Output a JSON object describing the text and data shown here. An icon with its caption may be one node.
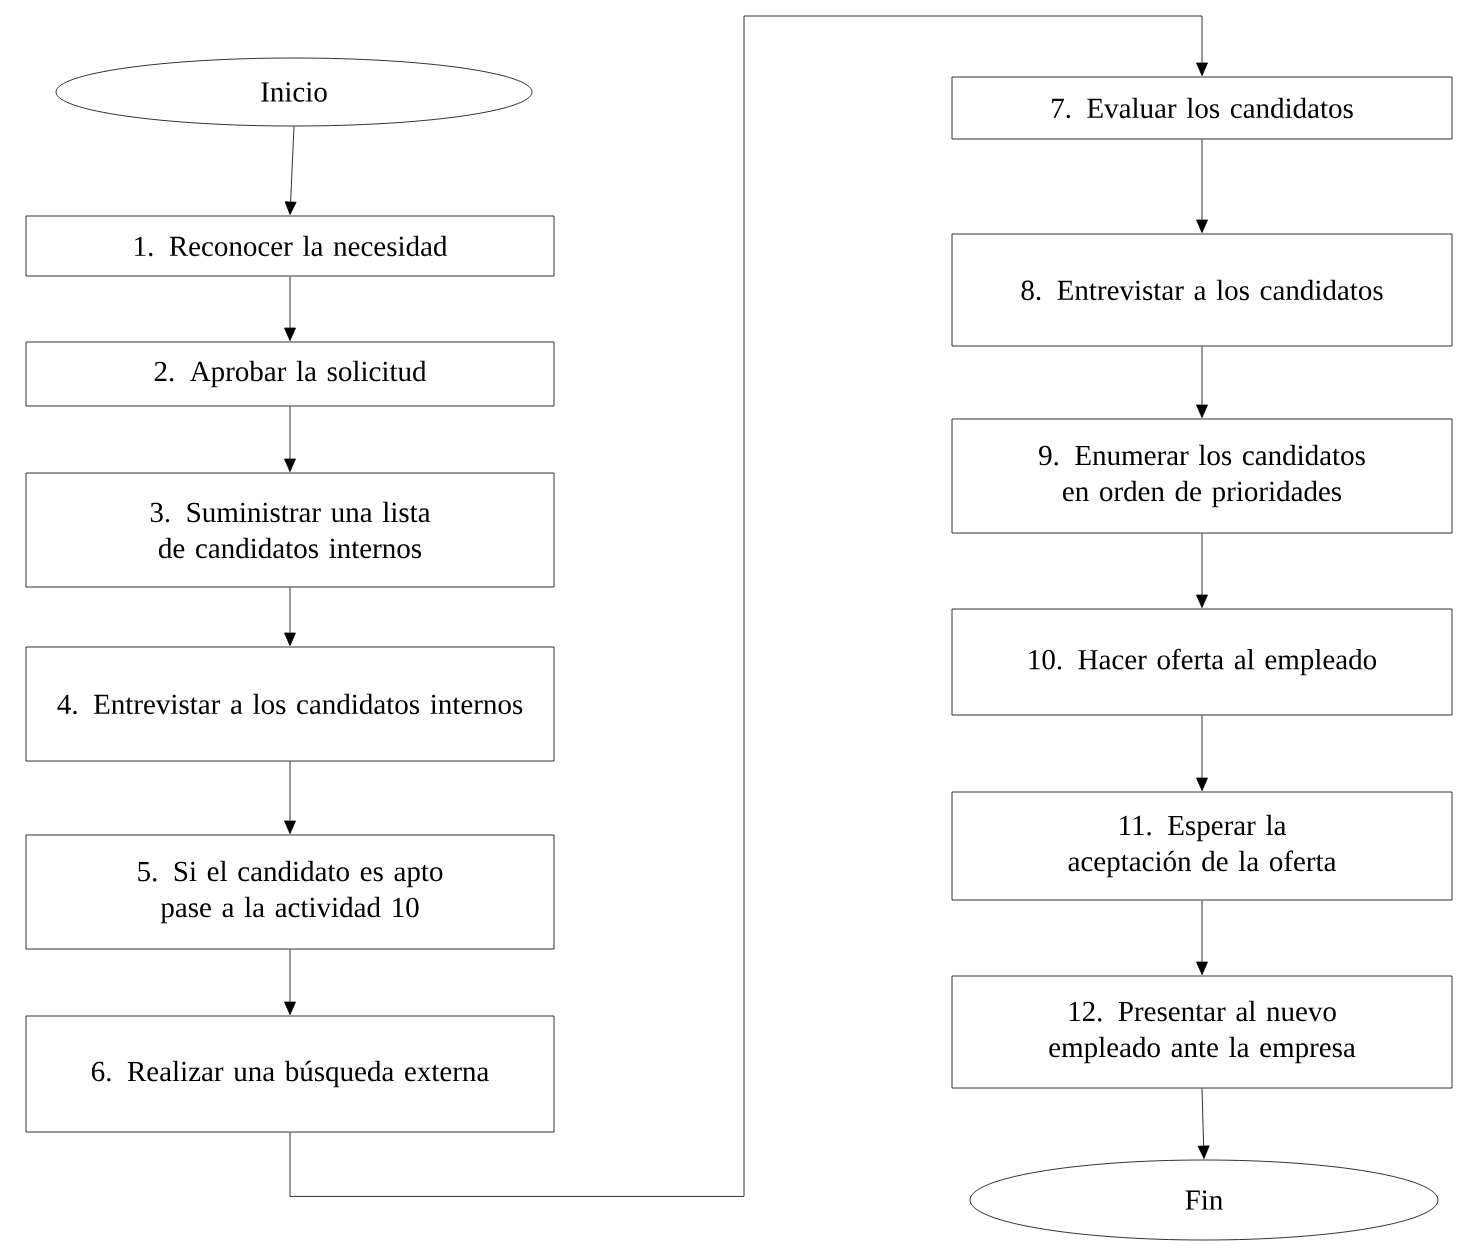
{
  "diagram": {
    "nodes": [
      {
        "text": [
          "Inicio"
        ]
      },
      {
        "text": [
          "1. Reconocer la necesidad"
        ]
      },
      {
        "text": [
          "2. Aprobar la solicitud"
        ]
      },
      {
        "text": [
          "3. Suministrar una lista de candidatos internos"
        ]
      },
      {
        "text": [
          "4. Entrevistar a los candidatos internos"
        ]
      },
      {
        "text": [
          "5. Si el candidato es apto pase a la actividad 10"
        ]
      },
      {
        "text": [
          "6. Realizar una búsqueda externa"
        ]
      },
      {
        "text": [
          "7. Evaluar los candidatos"
        ]
      },
      {
        "text": [
          "8. Entrevistar a los candidatos"
        ]
      },
      {
        "text": [
          "9. Enumerar los candidatos en orden de prioridades"
        ]
      },
      {
        "text": [
          "10. Hacer oferta al empleado"
        ]
      },
      {
        "text": [
          "11. Esperar la aceptación de la oferta"
        ]
      },
      {
        "text": [
          "12. Presentar al nuevo empleado ante la empresa"
        ]
      },
      {
        "text": [
          "Fin"
        ]
      }
    ],
    "edges": [
      {
        "from": 0,
        "to": 1,
        "arrow": "to"
      },
      {
        "from": 1,
        "to": 2,
        "arrow": "to"
      },
      {
        "from": 2,
        "to": 3,
        "arrow": "to"
      },
      {
        "from": 3,
        "to": 4,
        "arrow": "to"
      },
      {
        "from": 4,
        "to": 5,
        "arrow": "to"
      },
      {
        "from": 5,
        "to": 6,
        "arrow": "to"
      },
      {
        "from": 6,
        "to": 7,
        "arrow": "to"
      },
      {
        "from": 7,
        "to": 8,
        "arrow": "to"
      },
      {
        "from": 8,
        "to": 9,
        "arrow": "to"
      },
      {
        "from": 9,
        "to": 10,
        "arrow": "to"
      },
      {
        "from": 10,
        "to": 11,
        "arrow": "to"
      },
      {
        "from": 11,
        "to": 12,
        "arrow": "to"
      },
      {
        "from": 12,
        "to": 13,
        "arrow": "to"
      }
    ]
  }
}
